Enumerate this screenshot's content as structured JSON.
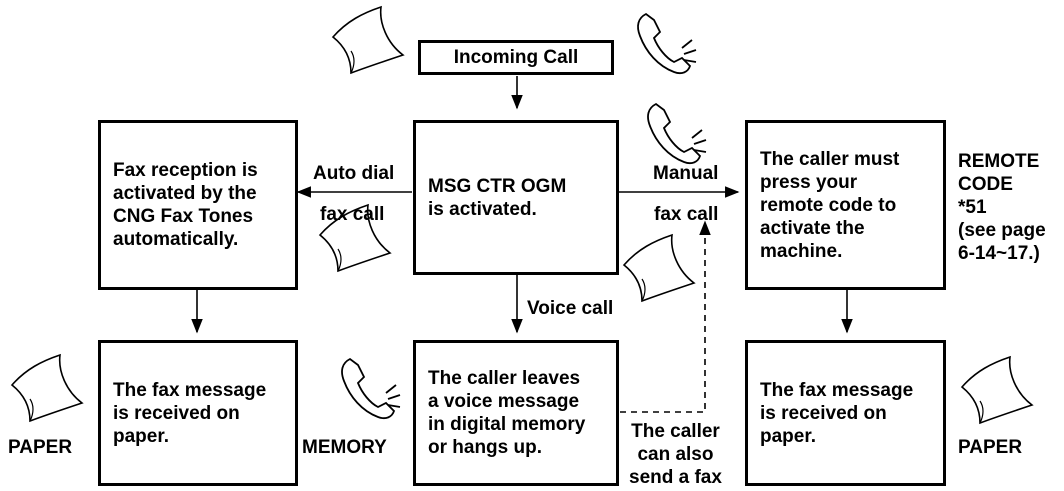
{
  "boxes": {
    "incoming": [
      "Incoming Call"
    ],
    "left_top": [
      "Fax reception is",
      "activated by the",
      "CNG Fax Tones",
      "automatically."
    ],
    "center_top": [
      "MSG CTR OGM",
      "is activated."
    ],
    "right_top": [
      "The caller must",
      "press your",
      "remote code to",
      "activate the",
      "machine."
    ],
    "left_bottom": [
      "The fax message",
      "is received on",
      "paper."
    ],
    "center_bottom": [
      "The caller leaves",
      "a voice message",
      "in digital memory",
      "or hangs up."
    ],
    "right_bottom": [
      "The fax message",
      "is received on",
      "paper."
    ]
  },
  "labels": {
    "auto_dial": "Auto dial",
    "fax_call_left": "fax call",
    "manual": "Manual",
    "fax_call_right": "fax call",
    "voice_call": "Voice call",
    "remote_code": [
      "REMOTE",
      "CODE",
      "*51",
      "(see page",
      "6-14~17.)"
    ],
    "paper_left": "PAPER",
    "memory": "MEMORY",
    "paper_right": "PAPER",
    "send_fax": [
      "The caller",
      "can also",
      "send a fax"
    ]
  },
  "icons": [
    "paper-icon",
    "telephone-icon"
  ]
}
